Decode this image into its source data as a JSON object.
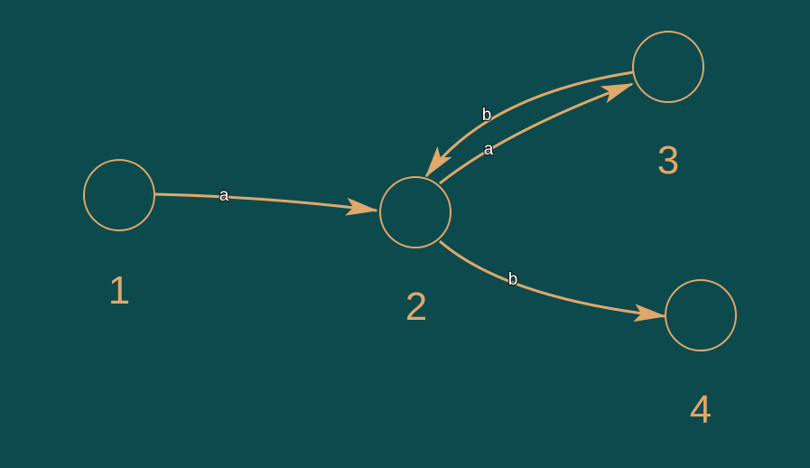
{
  "colors": {
    "background": "#0d4a4e",
    "accent": "#e0a86a",
    "edge_label_fill": "#ffffff",
    "edge_label_outline": "#1a1a1a"
  },
  "nodes": [
    {
      "id": "1",
      "label": "1"
    },
    {
      "id": "2",
      "label": "2"
    },
    {
      "id": "3",
      "label": "3"
    },
    {
      "id": "4",
      "label": "4"
    }
  ],
  "edges": [
    {
      "from": "1",
      "to": "2",
      "label": "a"
    },
    {
      "from": "2",
      "to": "3",
      "label": "a"
    },
    {
      "from": "3",
      "to": "2",
      "label": "b"
    },
    {
      "from": "2",
      "to": "4",
      "label": "b"
    }
  ]
}
